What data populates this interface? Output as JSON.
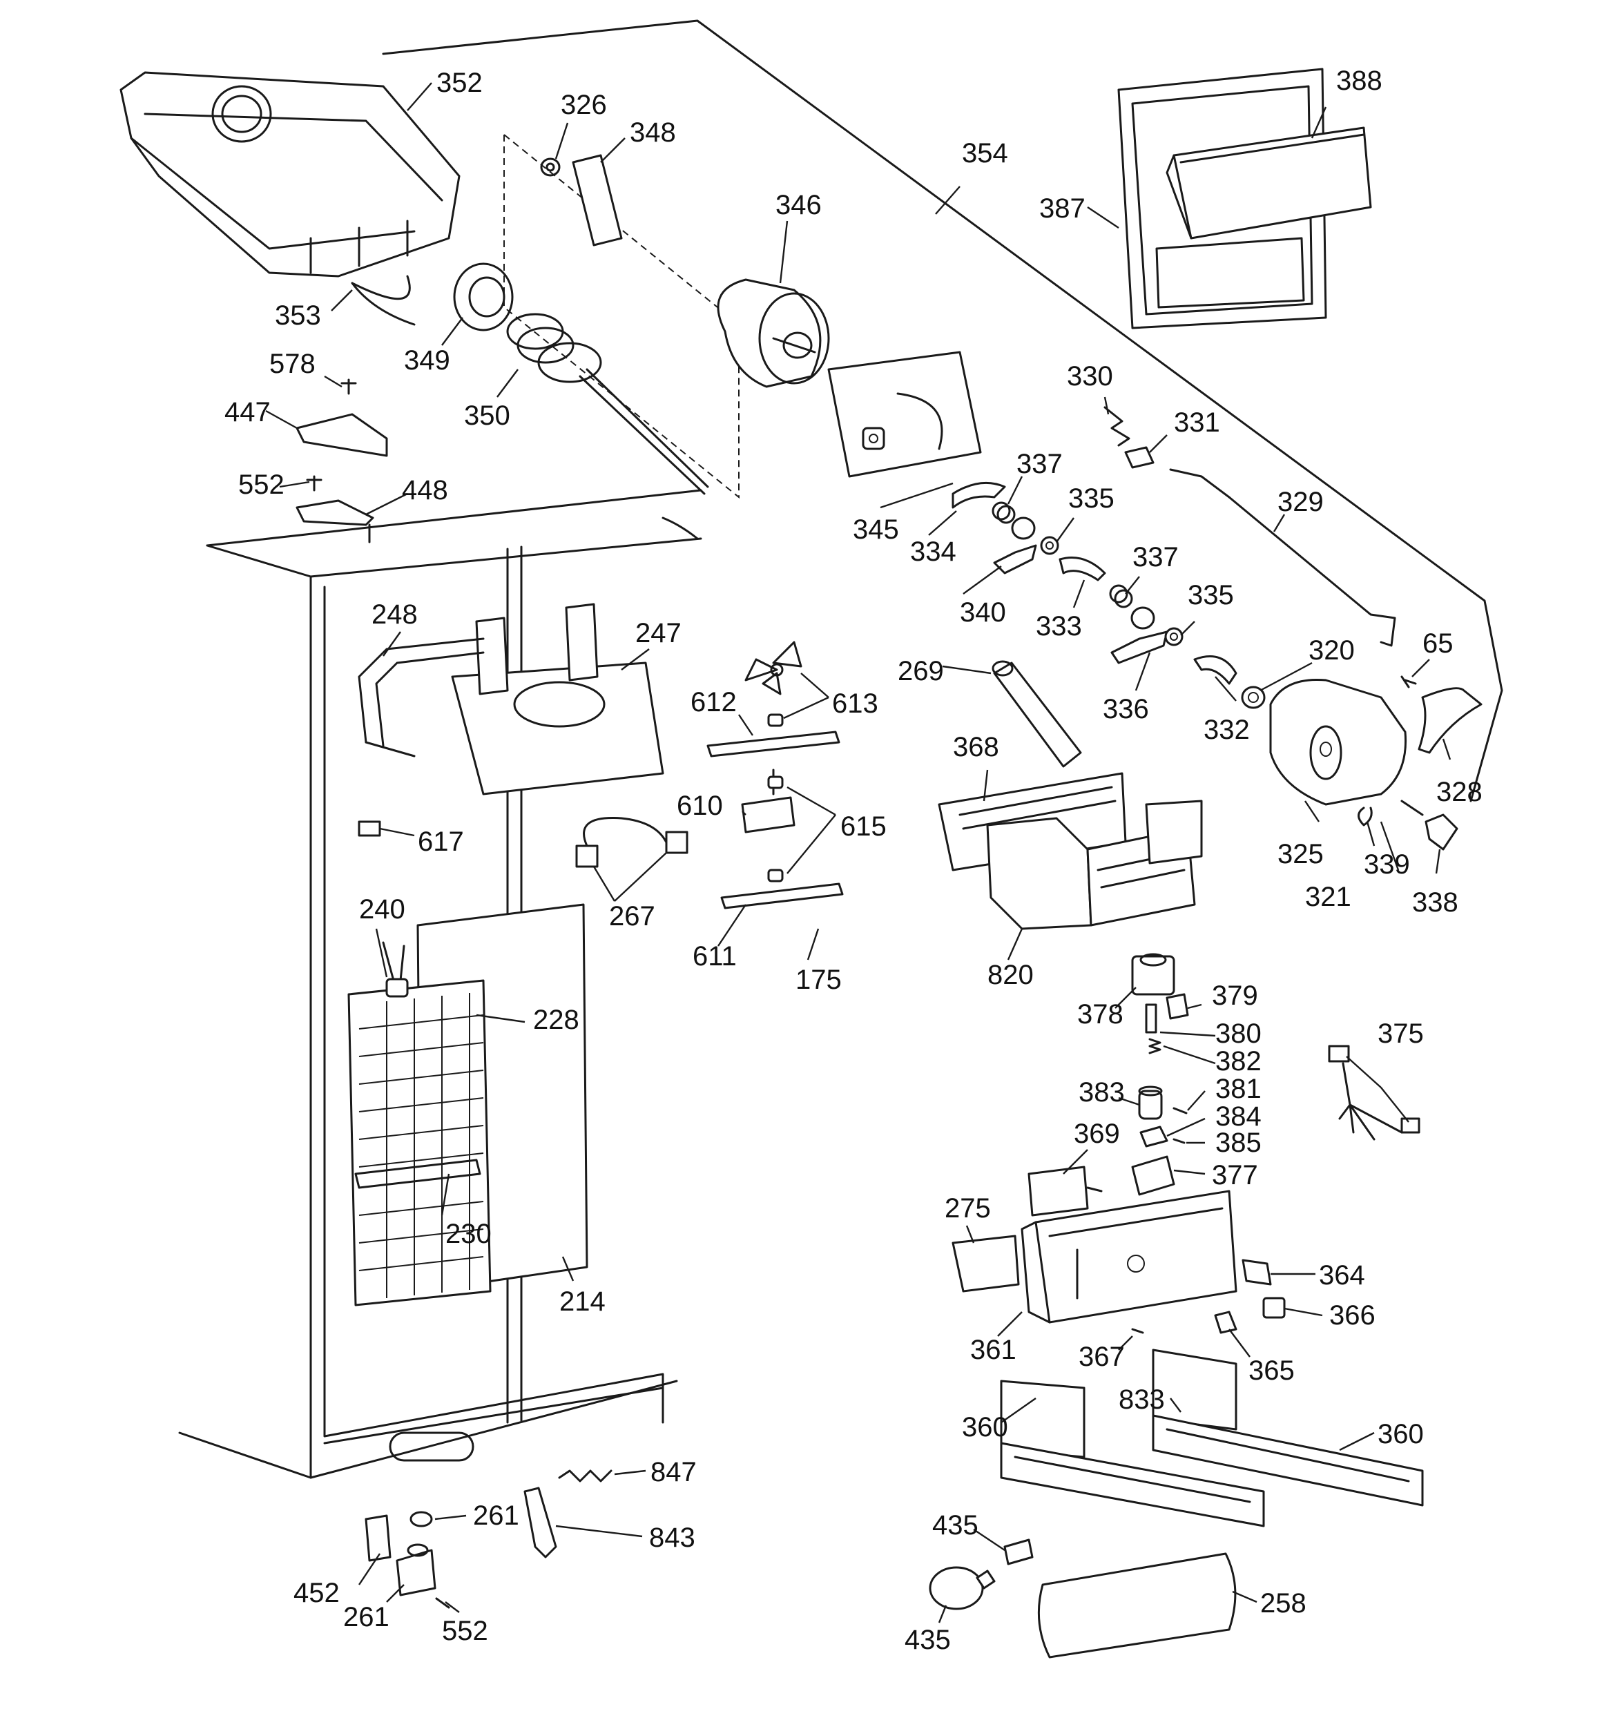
{
  "diagram": {
    "callouts": [
      {
        "id": "c352",
        "label": "352"
      },
      {
        "id": "c326",
        "label": "326"
      },
      {
        "id": "c348",
        "label": "348"
      },
      {
        "id": "c346",
        "label": "346"
      },
      {
        "id": "c354",
        "label": "354"
      },
      {
        "id": "c388",
        "label": "388"
      },
      {
        "id": "c387",
        "label": "387"
      },
      {
        "id": "c353",
        "label": "353"
      },
      {
        "id": "c349",
        "label": "349"
      },
      {
        "id": "c350",
        "label": "350"
      },
      {
        "id": "c578",
        "label": "578"
      },
      {
        "id": "c447",
        "label": "447"
      },
      {
        "id": "c552a",
        "label": "552"
      },
      {
        "id": "c448",
        "label": "448"
      },
      {
        "id": "c345",
        "label": "345"
      },
      {
        "id": "c330",
        "label": "330"
      },
      {
        "id": "c331",
        "label": "331"
      },
      {
        "id": "c337a",
        "label": "337"
      },
      {
        "id": "c335a",
        "label": "335"
      },
      {
        "id": "c329",
        "label": "329"
      },
      {
        "id": "c334",
        "label": "334"
      },
      {
        "id": "c340",
        "label": "340"
      },
      {
        "id": "c333",
        "label": "333"
      },
      {
        "id": "c337b",
        "label": "337"
      },
      {
        "id": "c335b",
        "label": "335"
      },
      {
        "id": "c248",
        "label": "248"
      },
      {
        "id": "c247",
        "label": "247"
      },
      {
        "id": "c612",
        "label": "612"
      },
      {
        "id": "c613",
        "label": "613"
      },
      {
        "id": "c269",
        "label": "269"
      },
      {
        "id": "c320",
        "label": "320"
      },
      {
        "id": "c65",
        "label": "65"
      },
      {
        "id": "c336",
        "label": "336"
      },
      {
        "id": "c332",
        "label": "332"
      },
      {
        "id": "c368",
        "label": "368"
      },
      {
        "id": "c328",
        "label": "328"
      },
      {
        "id": "c610",
        "label": "610"
      },
      {
        "id": "c615",
        "label": "615"
      },
      {
        "id": "c617",
        "label": "617"
      },
      {
        "id": "c325",
        "label": "325"
      },
      {
        "id": "c339",
        "label": "339"
      },
      {
        "id": "c321",
        "label": "321"
      },
      {
        "id": "c338",
        "label": "338"
      },
      {
        "id": "c267",
        "label": "267"
      },
      {
        "id": "c240",
        "label": "240"
      },
      {
        "id": "c611",
        "label": "611"
      },
      {
        "id": "c175",
        "label": "175"
      },
      {
        "id": "c820",
        "label": "820"
      },
      {
        "id": "c378",
        "label": "378"
      },
      {
        "id": "c379",
        "label": "379"
      },
      {
        "id": "c228",
        "label": "228"
      },
      {
        "id": "c380",
        "label": "380"
      },
      {
        "id": "c382",
        "label": "382"
      },
      {
        "id": "c375",
        "label": "375"
      },
      {
        "id": "c383",
        "label": "383"
      },
      {
        "id": "c381",
        "label": "381"
      },
      {
        "id": "c384",
        "label": "384"
      },
      {
        "id": "c385",
        "label": "385"
      },
      {
        "id": "c369",
        "label": "369"
      },
      {
        "id": "c377",
        "label": "377"
      },
      {
        "id": "c275",
        "label": "275"
      },
      {
        "id": "c230",
        "label": "230"
      },
      {
        "id": "c364",
        "label": "364"
      },
      {
        "id": "c214",
        "label": "214"
      },
      {
        "id": "c366",
        "label": "366"
      },
      {
        "id": "c361",
        "label": "361"
      },
      {
        "id": "c367",
        "label": "367"
      },
      {
        "id": "c365",
        "label": "365"
      },
      {
        "id": "c833",
        "label": "833"
      },
      {
        "id": "c360a",
        "label": "360"
      },
      {
        "id": "c360b",
        "label": "360"
      },
      {
        "id": "c847",
        "label": "847"
      },
      {
        "id": "c261a",
        "label": "261"
      },
      {
        "id": "c843",
        "label": "843"
      },
      {
        "id": "c452",
        "label": "452"
      },
      {
        "id": "c261b",
        "label": "261"
      },
      {
        "id": "c552b",
        "label": "552"
      },
      {
        "id": "c435a",
        "label": "435"
      },
      {
        "id": "c435b",
        "label": "435"
      },
      {
        "id": "c258",
        "label": "258"
      }
    ]
  }
}
